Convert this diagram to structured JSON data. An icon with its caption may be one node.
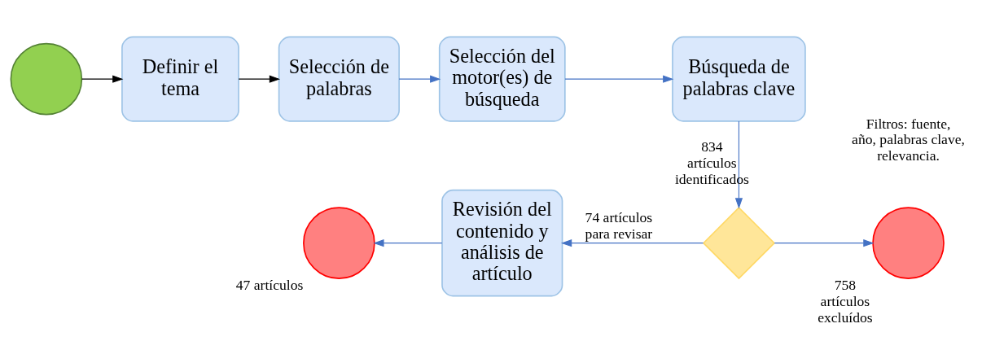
{
  "diagram": {
    "nodes": [
      {
        "text": [],
        "shape": "circle"
      },
      {
        "text": [
          "Definir el tema"
        ]
      },
      {
        "text": [
          "Selección de palabras"
        ]
      },
      {
        "text": [
          "Selección del motor(es) de búsqueda"
        ]
      },
      {
        "text": [
          "Búsqueda de palabras clave"
        ]
      },
      {
        "text": [],
        "shape": "diamond"
      },
      {
        "text": [
          "Revisión del contenido y análisis de artículo"
        ]
      },
      {
        "text": [],
        "shape": "circle",
        "beside": [
          "47 artículos"
        ]
      },
      {
        "text": [],
        "shape": "circle",
        "beside": [
          "758 artículos excluídos"
        ]
      }
    ],
    "edges": [
      {
        "from": 0,
        "to": 1,
        "arrow": "to",
        "color": "#000000"
      },
      {
        "from": 1,
        "to": 2,
        "arrow": "to",
        "color": "#000000"
      },
      {
        "from": 2,
        "to": 3,
        "arrow": "to"
      },
      {
        "from": 3,
        "to": 4,
        "arrow": "to"
      },
      {
        "from": 4,
        "to": 5,
        "arrow": "to",
        "label": "834 artículos identificados"
      },
      {
        "from": 5,
        "to": 6,
        "arrow": "to",
        "label": "74 artículos para revisar"
      },
      {
        "from": 5,
        "to": 8,
        "arrow": "to"
      },
      {
        "from": 6,
        "to": 7,
        "arrow": "to"
      }
    ],
    "labels": [
      "Filtros: fuente, año, palabras clave, relevancia."
    ]
  }
}
